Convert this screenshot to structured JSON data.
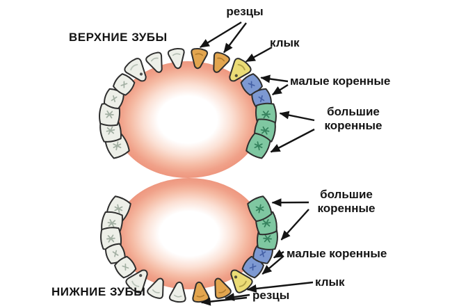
{
  "titles": {
    "upper": "ВЕРХНИЕ ЗУБЫ",
    "lower": "НИЖНИЕ ЗУБЫ"
  },
  "labels": {
    "incisors_upper": "резцы",
    "canine_upper": "клык",
    "premolars_upper": "малые коренные",
    "molars_upper": "большие коренные",
    "molars_lower": "большие коренные",
    "premolars_lower": "малые коренные",
    "canine_lower": "клык",
    "incisors_lower": "резцы"
  },
  "tooth_types": {
    "incisor": {
      "label": "резцы",
      "color": "#E2A54F",
      "detail": "#9A6A20"
    },
    "canine": {
      "label": "клык",
      "color": "#EBDC76",
      "detail": "#8A7A2A"
    },
    "premolar": {
      "label": "малые коренные",
      "color": "#7D99D2",
      "detail": "#3E5AA0"
    },
    "molar": {
      "label": "большие коренные",
      "color": "#7FC7A1",
      "detail": "#2F7A57"
    },
    "plain": {
      "label": "",
      "color": "#EDEFE8",
      "detail": "#9AA89B"
    }
  },
  "arches": {
    "upper": {
      "name": "верхние зубы",
      "sequence": [
        "plain-molar",
        "plain-molar",
        "plain-molar",
        "plain-premolar",
        "plain-premolar",
        "plain-canine",
        "plain-incisor",
        "plain-incisor",
        "incisor",
        "incisor",
        "canine",
        "premolar",
        "premolar",
        "molar",
        "molar",
        "molar"
      ]
    },
    "lower": {
      "name": "нижние зубы",
      "sequence": [
        "plain-molar",
        "plain-molar",
        "plain-molar",
        "plain-premolar",
        "plain-premolar",
        "plain-canine",
        "plain-incisor",
        "plain-incisor",
        "incisor",
        "incisor",
        "canine",
        "premolar",
        "premolar",
        "molar",
        "molar",
        "molar"
      ]
    }
  },
  "colors": {
    "background": "#FFFFFF",
    "gum_edge": "#EE977F",
    "gum_mid": "#F5BBA4",
    "gum_center": "#FFFFFF",
    "tooth_outline": "#2E2E2E",
    "arrow": "#141414",
    "text": "#141414"
  }
}
